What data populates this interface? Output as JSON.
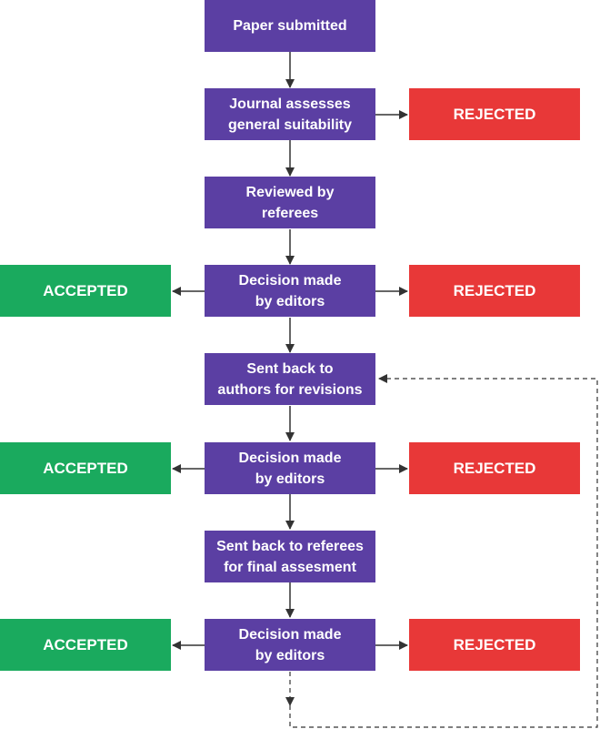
{
  "flowchart": {
    "steps": [
      {
        "label": "Paper submitted"
      },
      {
        "label": "Journal assesses\ngeneral suitability"
      },
      {
        "label": "Reviewed by\nreferees"
      },
      {
        "label": "Decision made\nby editors"
      },
      {
        "label": "Sent back to\nauthors for revisions"
      },
      {
        "label": "Decision made\nby editors"
      },
      {
        "label": "Sent back to referees\nfor final assesment"
      },
      {
        "label": "Decision made\nby editors"
      }
    ],
    "outcomes": [
      {
        "label": "REJECTED"
      },
      {
        "label": "ACCEPTED"
      },
      {
        "label": "REJECTED"
      },
      {
        "label": "ACCEPTED"
      },
      {
        "label": "REJECTED"
      },
      {
        "label": "ACCEPTED"
      },
      {
        "label": "REJECTED"
      }
    ],
    "colors": {
      "step": "#5b3fa3",
      "rejected": "#e83838",
      "accepted": "#1aaa5e",
      "connector": "#333333"
    }
  }
}
